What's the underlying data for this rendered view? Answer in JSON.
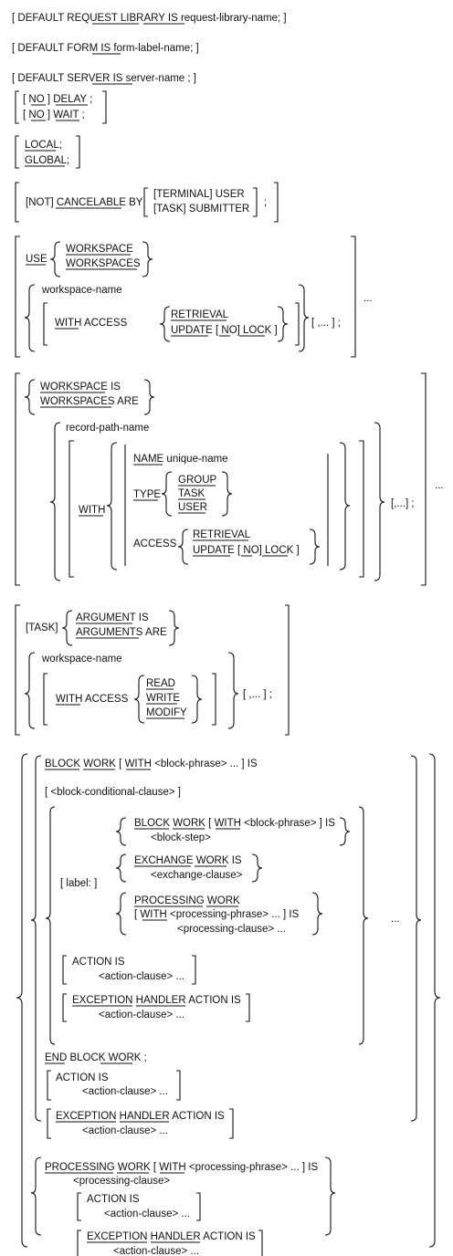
{
  "doc": {
    "default_request_library": [
      "[ DEFAULT ",
      "REQUEST",
      " ",
      "LIBRARY",
      " IS request-library-name; ]"
    ],
    "default_form": [
      "[ DEFAULT ",
      "FORM",
      " IS form-label-name; ]"
    ],
    "default_server": [
      "[ DEFAULT ",
      "SERVER",
      " IS server-name ; ]"
    ],
    "delay_line": [
      "[ ",
      "NO",
      " ] ",
      "DELAY",
      " ;"
    ],
    "wait_line": [
      "[ ",
      "NO",
      " ] ",
      "WAIT",
      " ;"
    ],
    "local": [
      "LOCAL",
      ";"
    ],
    "global": [
      "GLOBAL",
      ";"
    ],
    "cancelable": [
      "[NOT]",
      " ",
      "CANCELABLE",
      " BY"
    ],
    "terminal_user": "[TERMINAL] USER",
    "task_submitter": "[TASK] SUBMITTER",
    "semicolon": ";",
    "use": "USE",
    "workspace": "WORKSPACE",
    "workspaces": "WORKSPACES",
    "workspace_name": "workspace-name",
    "with_access": [
      "WITH",
      " ACCESS"
    ],
    "retrieval": "RETRIEVAL",
    "update_lock": [
      "UPDATE",
      " [ ",
      "NO",
      "] ",
      "LOCK",
      " ]"
    ],
    "repeat_comma": "[ ,... ] ;",
    "ellipsis": "...",
    "workspace_is": [
      "WORKSPACE",
      " IS"
    ],
    "workspaces_are": [
      "WORKSPACES",
      " ARE"
    ],
    "record_path_name": "record-path-name",
    "with": "WITH",
    "name_line": [
      "NAME",
      " unique-name"
    ],
    "type": "TYPE",
    "group": "GROUP",
    "task": "TASK",
    "user": "USER",
    "access": "ACCESS",
    "update_lock2": [
      "UPDATE",
      " [ ",
      "NO",
      "] ",
      "LOCK",
      " ]"
    ],
    "repeat_comma2": "[,...] ;",
    "task_opt": "[TASK]",
    "argument_is": [
      "ARGUMENT",
      " IS"
    ],
    "arguments_are": [
      "ARGUMENTS",
      " ARE"
    ],
    "read": "READ",
    "write": "WRITE",
    "modify": "MODIFY",
    "repeat_comma3": "[ ,... ] ;",
    "block_work_line": [
      "BLOCK",
      " ",
      "WORK",
      " [ ",
      "WITH",
      " <block-phrase> ... ] IS"
    ],
    "block_conditional": "[ <block-conditional-clause> ]",
    "label": "[ label: ]",
    "inner_block_work": [
      "BLOCK",
      " ",
      "WORK",
      " [ ",
      "WITH",
      " <block-phrase> ] IS"
    ],
    "block_step": "<block-step>",
    "exchange_work": [
      "EXCHANGE",
      " ",
      "WORK",
      " IS"
    ],
    "exchange_clause": "<exchange-clause>",
    "processing_work": [
      "PROCESSING",
      " ",
      "WORK"
    ],
    "with_processing": [
      "[ ",
      "WITH",
      " <processing-phrase> ... ] IS"
    ],
    "processing_clause_dots": "<processing-clause> ...",
    "action_is": "ACTION IS",
    "action_clause": "<action-clause> ...",
    "exception_handler": [
      "EXCEPTION",
      " ",
      "HANDLER",
      " ACTION IS"
    ],
    "end_block_work": [
      "END",
      " BLOCK ",
      "WORK",
      " ;"
    ],
    "processing_work_line": [
      "PROCESSING",
      " ",
      "WORK",
      " [ ",
      "WITH",
      " <processing-phrase> ... ] IS"
    ],
    "processing_clause": "<processing-clause>"
  }
}
